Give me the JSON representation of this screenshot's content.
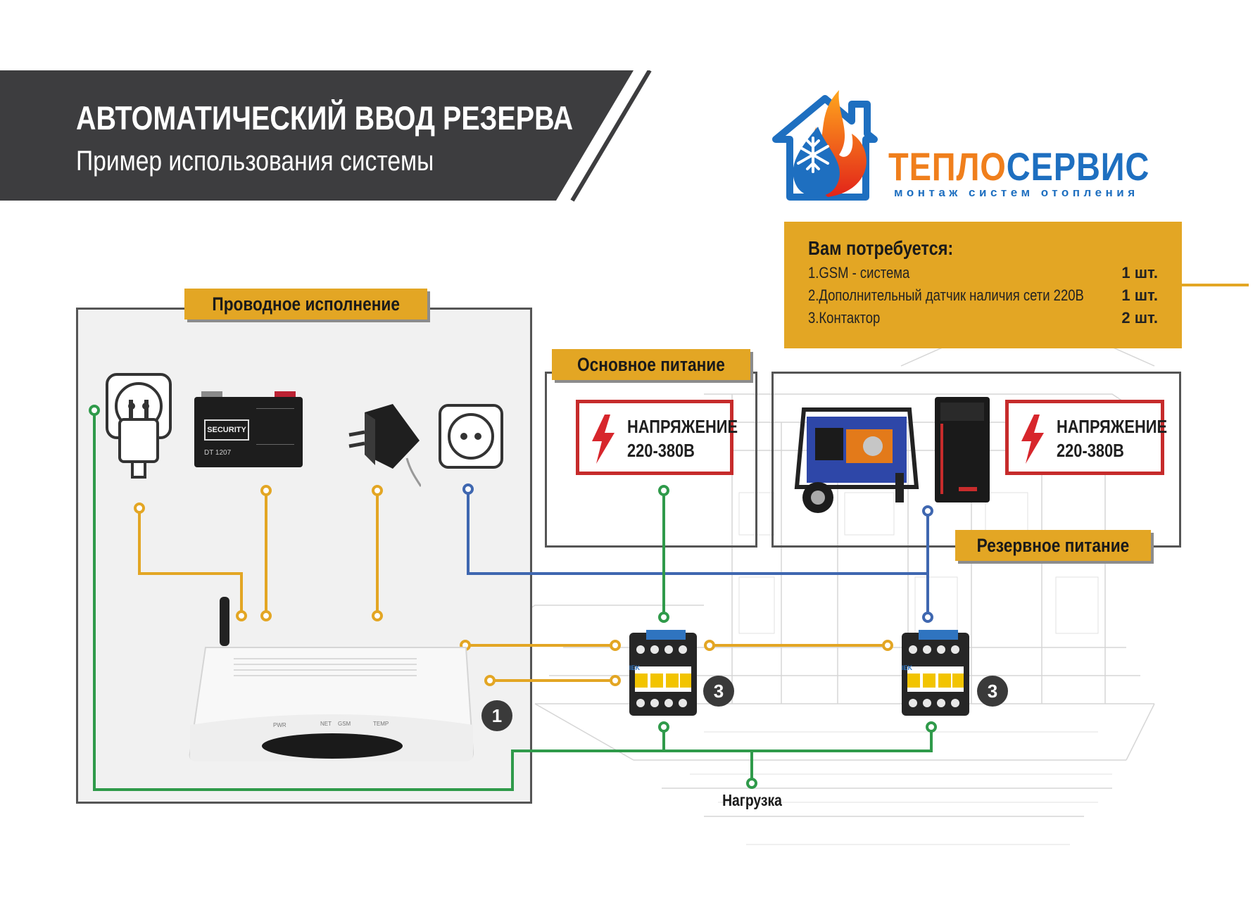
{
  "header": {
    "title": "АВТОМАТИЧЕСКИЙ ВВОД РЕЗЕРВА",
    "subtitle": "Пример использования системы"
  },
  "logo": {
    "brand_part1": "ТЕПЛО",
    "brand_part2": "СЕРВИС",
    "tagline": "монтаж систем отопления"
  },
  "requirements": {
    "heading": "Вам потребуется:",
    "items": [
      {
        "name": "1.GSM - система",
        "qty": "1 шт."
      },
      {
        "name": "2.Дополнительный датчик наличия сети 220В",
        "qty": "1 шт."
      },
      {
        "name": "3.Контактор",
        "qty": "2 шт."
      }
    ]
  },
  "sections": {
    "wired": "Проводное исполнение",
    "main_power": "Основное питание",
    "backup_power": "Резервное питание"
  },
  "warnings": {
    "main": {
      "line1": "НАПРЯЖЕНИЕ",
      "line2": "220-380В"
    },
    "backup": {
      "line1": "НАПРЯЖЕНИЕ",
      "line2": "220-380В"
    }
  },
  "badges": {
    "gsm": "1",
    "contactor_main": "3",
    "contactor_backup": "3"
  },
  "device_labels": {
    "battery_brand": "SECURITY",
    "battery_model": "DT 1207",
    "router_leds": [
      "PWR",
      "NET",
      "GSM",
      "TEMP"
    ],
    "contactor_brand": "IEK"
  },
  "load_label": "Нагрузка",
  "colors": {
    "wire_yellow": "#e3a624",
    "wire_green": "#2f9a4a",
    "wire_blue": "#3f67b0",
    "header_band": "#3d3d3f",
    "warning_red": "#c62b2b",
    "brand_orange": "#f07f1c",
    "brand_blue": "#1e6fc0",
    "badge_dark": "#3a3a3a"
  },
  "icons": [
    "house-flame-logo-icon",
    "snowflake-icon",
    "socket-with-plug-icon",
    "battery-icon",
    "power-adapter-icon",
    "socket-icon",
    "lightning-icon",
    "generator-icon",
    "pc-tower-icon",
    "gsm-router-icon",
    "contactor-icon"
  ]
}
